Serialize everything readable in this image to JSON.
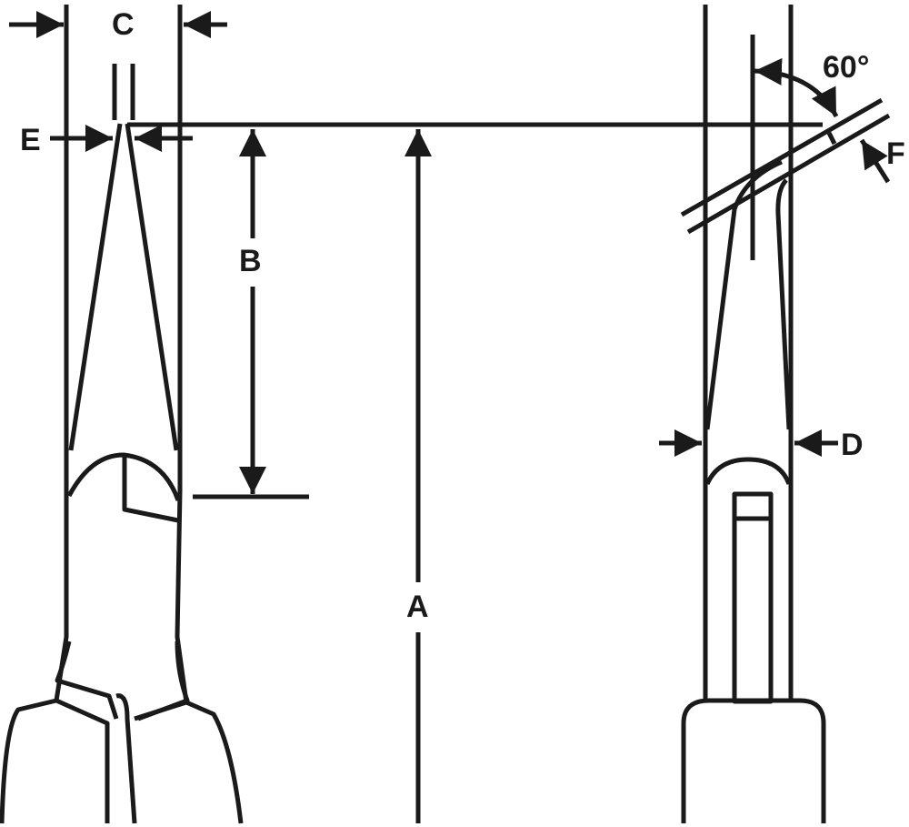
{
  "labels": {
    "a": "A",
    "b": "B",
    "c": "C",
    "d": "D",
    "e": "E",
    "f": "F",
    "angle": "60°"
  },
  "colors": {
    "line": "#1a1a1a",
    "background": "#ffffff"
  }
}
